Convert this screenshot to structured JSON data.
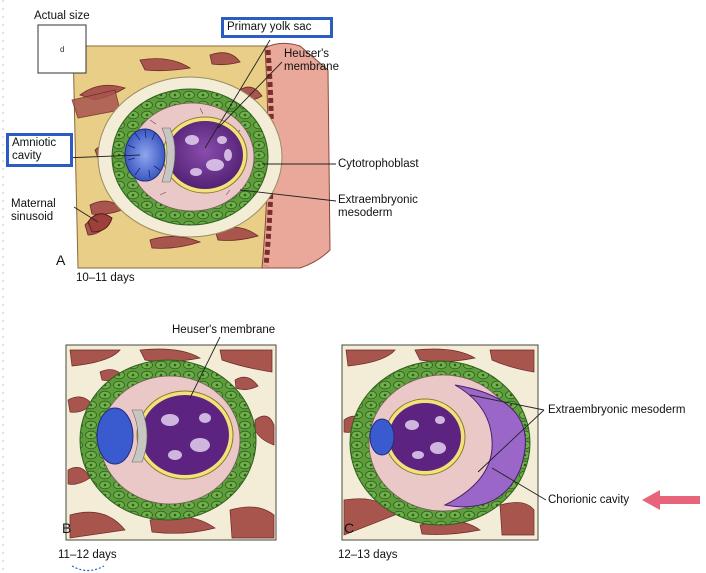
{
  "panel_a": {
    "letter": "A",
    "days": "10–11 days",
    "actual_size": "Actual size",
    "labels": {
      "primary_yolk_sac": "Primary yolk sac",
      "heusers_membrane": "Heuser's membrane",
      "amniotic_cavity": "Amniotic cavity",
      "cytotrophoblast": "Cytotrophoblast",
      "maternal_sinusoid": "Maternal sinusoid",
      "extraembryonic_mesoderm": "Extraembryonic mesoderm"
    }
  },
  "panel_b": {
    "letter": "B",
    "days": "11–12 days",
    "labels": {
      "heusers_membrane": "Heuser's membrane"
    }
  },
  "panel_c": {
    "letter": "C",
    "days": "12–13 days",
    "labels": {
      "extraembryonic_mesoderm": "Extraembryonic mesoderm",
      "chorionic_cavity": "Chorionic cavity"
    }
  },
  "colors": {
    "highlight_box": "#2a5cc4",
    "arrow": "#e8647a",
    "trophoblast_green": "#5a9a3a",
    "yolk_purple": "#6a2a8a",
    "amnion_blue": "#3a5ad0",
    "maternal_tissue": "#a8554e",
    "background_tan": "#e9cf86"
  }
}
